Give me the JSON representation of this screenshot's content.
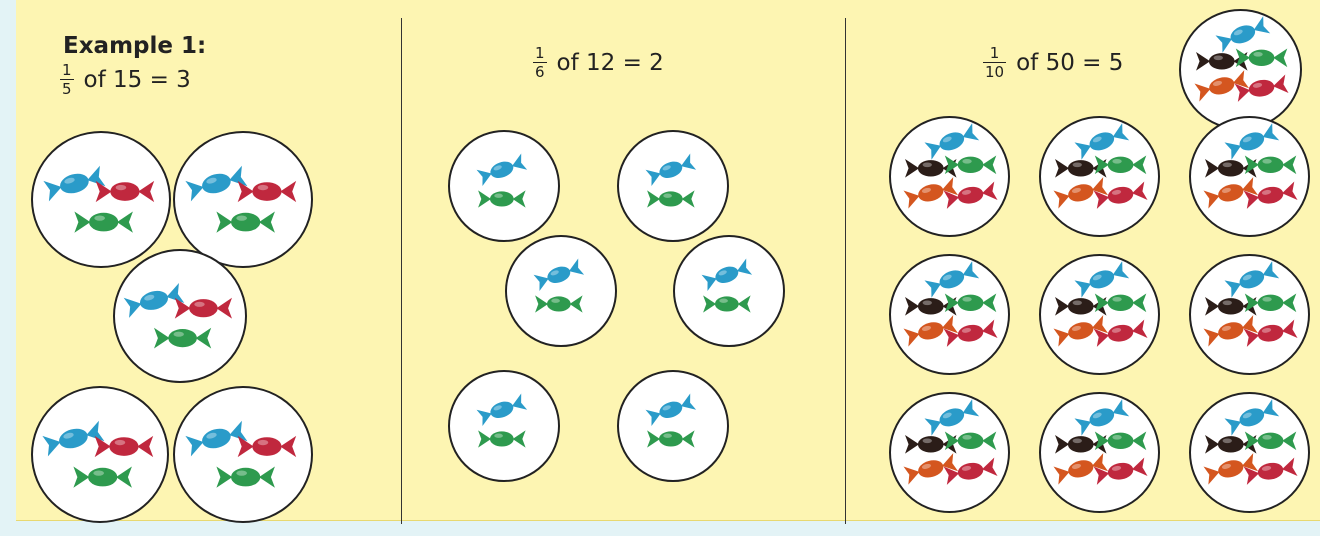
{
  "panel1": {
    "heading": "Example 1:",
    "numerator": "1",
    "denominator": "5",
    "rest": "of 15 = 3",
    "group_count": 5,
    "candies_per_group": [
      "blue",
      "red",
      "green"
    ]
  },
  "panel2": {
    "numerator": "1",
    "denominator": "6",
    "rest": "of 12 = 2",
    "group_count": 6,
    "candies_per_group": [
      "blue",
      "green"
    ]
  },
  "panel3": {
    "numerator": "1",
    "denominator": "10",
    "rest": "of 50 = 5",
    "group_count": 10,
    "candies_per_group": [
      "blue",
      "black",
      "green",
      "orange",
      "red"
    ]
  },
  "colors": {
    "background": "#fdf5b2",
    "blue": "#2a9bc9",
    "red": "#c0283e",
    "green": "#2e9a4e",
    "black": "#2b1d18",
    "orange": "#d4561f"
  }
}
